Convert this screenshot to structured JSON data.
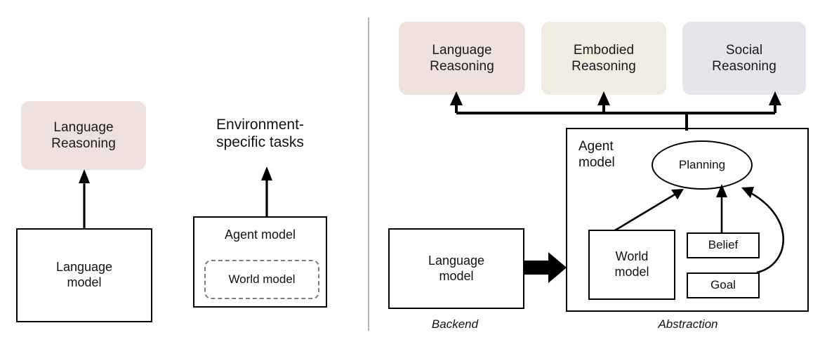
{
  "figure": {
    "panels": [
      {
        "id": "left",
        "caption": "",
        "nodes": {
          "language_reasoning": "Language\nReasoning",
          "language_model": "Language\nmodel",
          "environment_tasks": "Environment-\nspecific tasks",
          "agent_model": "Agent model",
          "world_model": "World model"
        }
      },
      {
        "id": "right",
        "nodes": {
          "language_reasoning": "Language\nReasoning",
          "embodied_reasoning": "Embodied\nReasoning",
          "social_reasoning": "Social\nReasoning",
          "language_model": "Language\nmodel",
          "agent_model": "Agent\nmodel",
          "planning": "Planning",
          "world_model": "World\nmodel",
          "belief": "Belief",
          "goal": "Goal"
        },
        "captions": {
          "backend": "Backend",
          "abstraction": "Abstraction"
        }
      }
    ]
  },
  "left_panel": {
    "language_reasoning_line1": "Language",
    "language_reasoning_line2": "Reasoning",
    "language_model_line1": "Language",
    "language_model_line2": "model",
    "env_tasks_line1": "Environment-",
    "env_tasks_line2": "specific tasks",
    "agent_model_label": "Agent model",
    "world_model_label": "World model"
  },
  "right_panel": {
    "top_boxes": [
      {
        "line1": "Language",
        "line2": "Reasoning",
        "color": "#EFE1DD"
      },
      {
        "line1": "Embodied",
        "line2": "Reasoning",
        "color": "#F1ECE2"
      },
      {
        "line1": "Social",
        "line2": "Reasoning",
        "color": "#E5E6EC"
      }
    ],
    "language_model_line1": "Language",
    "language_model_line2": "model",
    "agent_model_line1": "Agent",
    "agent_model_line2": "model",
    "planning_label": "Planning",
    "world_model_line1": "World",
    "world_model_line2": "model",
    "belief_label": "Belief",
    "goal_label": "Goal",
    "caption_backend": "Backend",
    "caption_abstraction": "Abstraction"
  },
  "colors": {
    "stroke": "#000000",
    "divider": "#b3b3b3",
    "dashed_stroke": "#7d7d7d",
    "background": "#ffffff",
    "pink": "#EFE1DD",
    "cream": "#F1ECE2",
    "lavender": "#E5E6EC"
  }
}
